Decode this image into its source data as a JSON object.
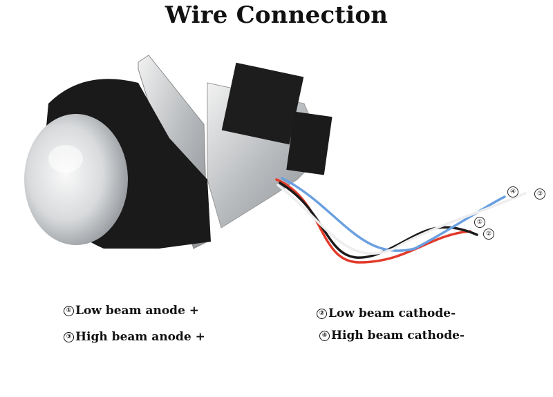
{
  "title": "Wire Connection",
  "wire_badges": [
    "①",
    "②",
    "③",
    "④"
  ],
  "legend": [
    {
      "num": "①",
      "text": "Low beam anode +"
    },
    {
      "num": "②",
      "text": "Low beam  cathode-"
    },
    {
      "num": "③",
      "text": "High beam anode +"
    },
    {
      "num": "④",
      "text": "High beam  cathode-"
    }
  ],
  "colors": {
    "background": "#ffffff",
    "text": "#111111",
    "wire_red": "#e23a2a",
    "wire_blue": "#6aa0e0",
    "wire_black": "#1a1a1a",
    "wire_white": "#eeeeee"
  }
}
